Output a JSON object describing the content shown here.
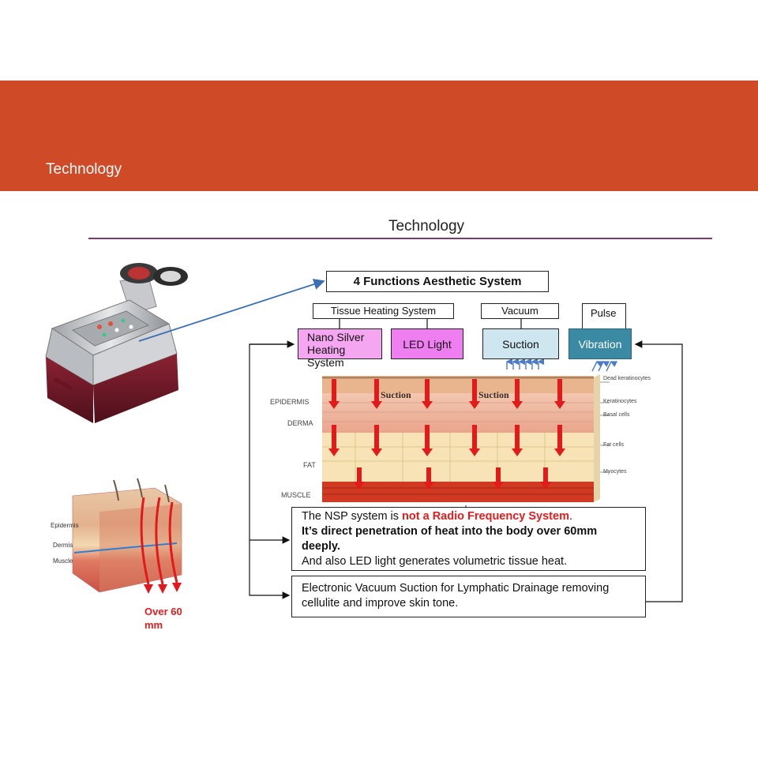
{
  "header": {
    "banner_title": "Technology",
    "slide_title": "Technology"
  },
  "diagram": {
    "main_title": "4 Functions Aesthetic System",
    "groups": {
      "tissue_heating": "Tissue Heating System",
      "vacuum": "Vacuum",
      "pulse": "Pulse"
    },
    "functions": {
      "nano_silver": "Nano Silver Heating System",
      "led_light": "LED Light",
      "suction": "Suction",
      "vibration": "Vibration"
    },
    "skin_layers_left": [
      "EPIDERMIS",
      "DERMA",
      "FAT",
      "MUSCLE"
    ],
    "skin_layers_right": [
      "Dead keratinocytes",
      "Keratinocytes",
      "Basal cells",
      "Fat cells",
      "Myocytes"
    ],
    "suction_marks": [
      "Suction",
      "Suction"
    ],
    "description1": {
      "prefix": "The NSP system is ",
      "highlight": "not a Radio Frequency System",
      "suffix": ".",
      "bold_line": "It’s direct penetration of heat into the body over 60mm deeply.",
      "line3": "And also LED light generates volumetric tissue heat."
    },
    "description2": "Electronic Vacuum Suction for Lymphatic Drainage removing cellulite and improve skin tone.",
    "small_skin_labels": [
      "Epidermis",
      "Dermis",
      "Muscle"
    ],
    "penetration_label": "Over 60 mm"
  },
  "colors": {
    "banner": "#cf4a26",
    "rule": "#7a3b6e",
    "nano": "#f4a7f0",
    "led": "#ef7ff1",
    "suction": "#cde6ef",
    "vibration": "#3a8aa3",
    "highlight": "#e11d1d"
  }
}
